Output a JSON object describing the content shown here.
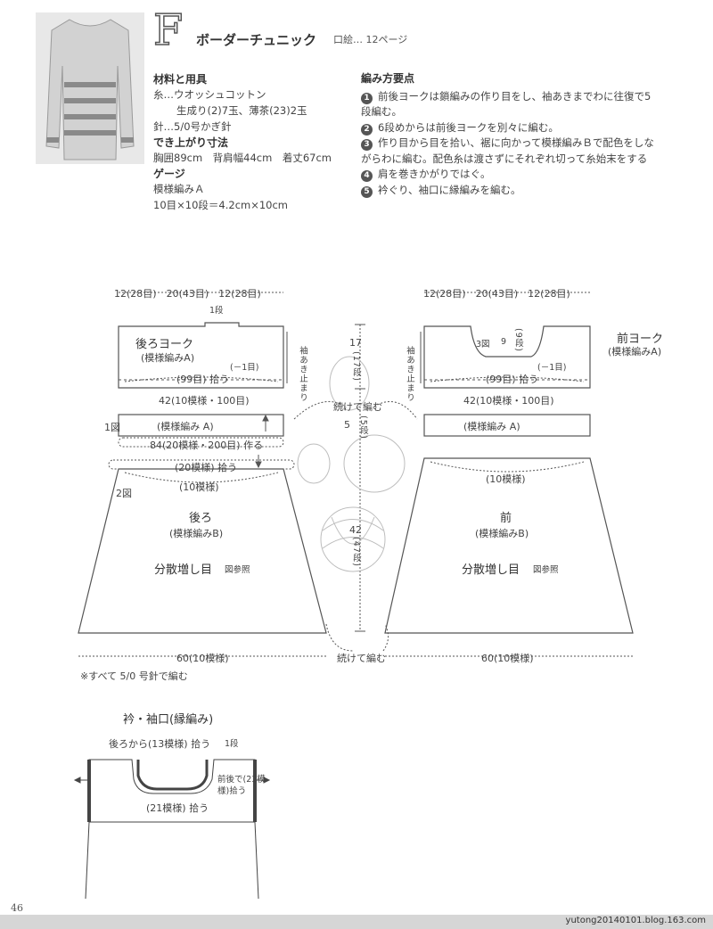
{
  "header": {
    "letter": "F",
    "title": "ボーダーチュニック",
    "page_ref": "口絵… 12ページ"
  },
  "materials": {
    "heading": "材料と用具",
    "lines": [
      "糸…ウオッシュコットン",
      "生成り(2)7玉、薄茶(23)2玉",
      "針…5/0号かぎ針"
    ]
  },
  "size": {
    "heading": "でき上がり寸法",
    "line": "胸囲89cm　背肩幅44cm　着丈67cm"
  },
  "gauge": {
    "heading": "ゲージ",
    "lines": [
      "模様編みＡ",
      "10目×10段＝4.2cm×10cm"
    ]
  },
  "steps": {
    "heading": "編み方要点",
    "items": [
      {
        "num": "1",
        "text": "前後ヨークは鎖編みの作り目をし、袖あきまでわに往復で5段編む。"
      },
      {
        "num": "2",
        "text": "6段めからは前後ヨークを別々に編む。"
      },
      {
        "num": "3",
        "text": "作り目から目を拾い、裾に向かって模様編みＢで配色をしながらわに編む。配色糸は渡さずにそれぞれ切って糸始末をする"
      },
      {
        "num": "4",
        "text": "肩を巻きかがりではぐ。"
      },
      {
        "num": "5",
        "text": "衿ぐり、袖口に縁編みを編む。"
      }
    ]
  },
  "diagram": {
    "top_dims_back": "12(28目)　20(43目)　12(28目)",
    "top_dims_front": "12(28目)　20(43目)　12(28目)",
    "one_row": "1段",
    "back_yoke": "後ろヨーク",
    "back_yoke_pattern": "(模様編みA)",
    "front_yoke": "前ヨーク",
    "front_yoke_pattern": "(模様編みA)",
    "pick_99": "(99目) 拾う",
    "minus_one": "(－1目)",
    "pick_99_front": "(99目) 拾う",
    "minus_one_front": "(－1目)",
    "width_42": "42(10模様・100目)",
    "width_42_front": "42(10模様・100目)",
    "fig1": "1図",
    "band_pattern": "(模様編み A)",
    "band_pattern_front": "(模様編み A)",
    "chain_84": "84(20模様・200目) 作る",
    "pick_20": "(20模様) 拾う",
    "ten_pattern": "(10模様)",
    "ten_pattern_front": "(10模様)",
    "fig2": "2図",
    "back_label": "後ろ",
    "back_pattern": "(模様編みB)",
    "front_label": "前",
    "front_pattern": "(模様編みB)",
    "increase": "分散増し目",
    "increase_ref": "図参照",
    "increase_front": "分散増し目",
    "increase_ref_front": "図参照",
    "bottom_60": "60(10模様)",
    "bottom_60_front": "60(10模様)",
    "continue_top": "続けて編む",
    "continue_bottom": "続けて編む",
    "sleeve_stop": "袖あき止まり",
    "sleeve_stop_front": "袖あき止まり",
    "h17": "17",
    "h17_rows": "(17段)",
    "h5": "5",
    "h5_rows": "(5段)",
    "h42": "42",
    "h47_rows": "(47段)",
    "neck_3": "3図",
    "neck_9": "9",
    "neck_9_rows": "(9段)",
    "note": "※すべて 5/0 号針で編む"
  },
  "edging": {
    "title": "衿・袖口(縁編み)",
    "pick_13": "後ろから(13模様) 拾う",
    "one_row": "1段",
    "pick_21": "(21模様) 拾う",
    "pick_23": "前後で(23模様)拾う"
  },
  "footer": {
    "page_number": "46",
    "url": "yutong20140101.blog.163.com"
  }
}
